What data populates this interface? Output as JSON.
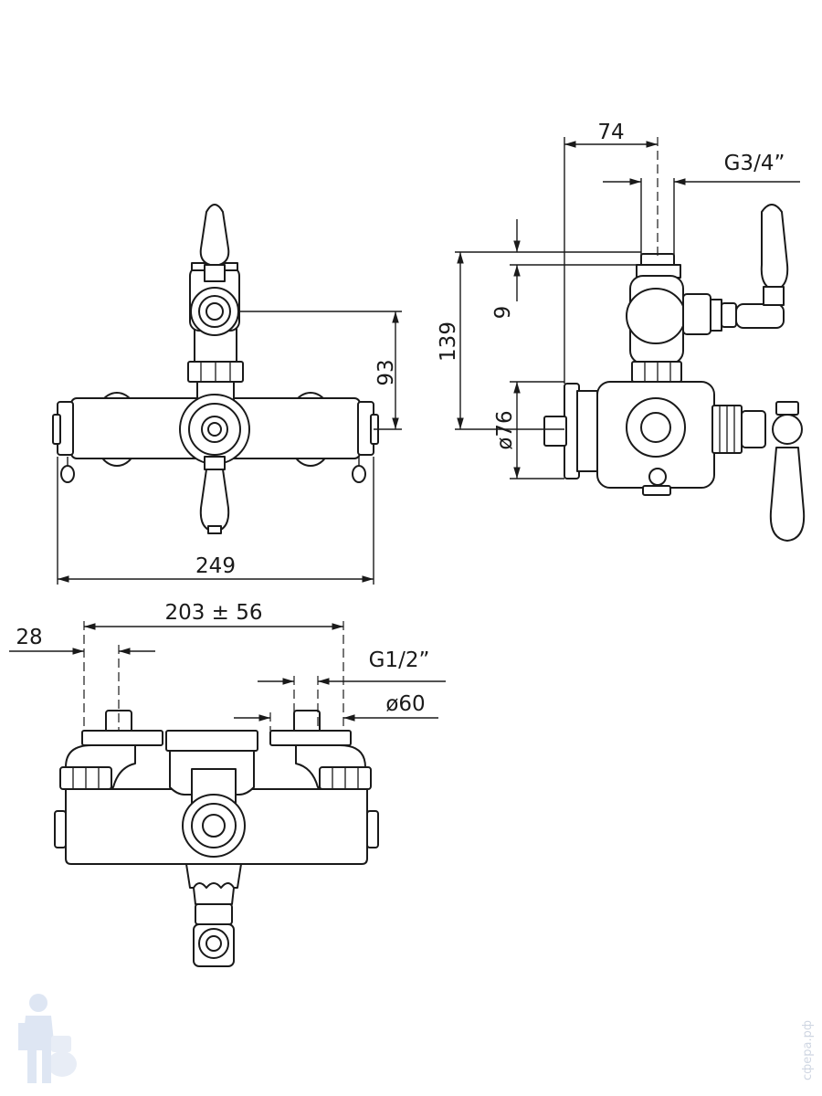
{
  "dimensions": {
    "front_width": "249",
    "front_height": "93",
    "side_depth": "74",
    "side_thread": "G3/4”",
    "side_height": "139",
    "side_offset": "9",
    "side_diameter": "ø76",
    "bottom_spacing": "203 ± 56",
    "bottom_offset": "28",
    "bottom_thread": "G1/2”",
    "bottom_diameter": "ø60"
  },
  "watermark": "сфера.рф"
}
